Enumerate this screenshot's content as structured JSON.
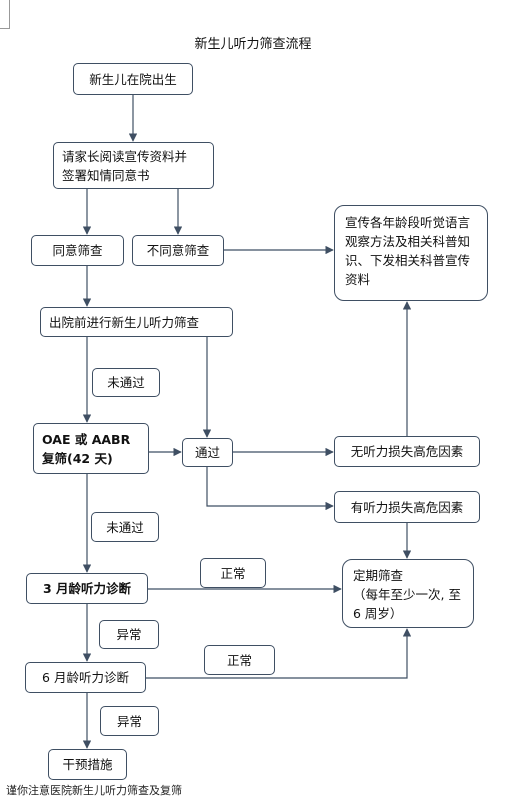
{
  "page": {
    "title": "新生儿听力筛查流程",
    "footer_text": "谨你注意医院新生儿听力筛查及复筛"
  },
  "nodes": {
    "birth": "新生儿在院出生",
    "consent": "请家长阅读宣传资料并\n签署知情同意书",
    "agree": "同意筛查",
    "disagree": "不同意筛查",
    "education": "宣传各年龄段听觉语言观察方法及相关科普知识、下发相关科普宣传资料",
    "pre_discharge": "出院前进行新生儿听力筛查",
    "fail1": "未通过",
    "recheck": "OAE 或 AABR 复筛(42 天)",
    "pass": "通过",
    "no_risk": "无听力损失高危因素",
    "has_risk": "有听力损失高危因素",
    "fail2": "未通过",
    "diag3": "3 月龄听力诊断",
    "normal1": "正常",
    "regular": "定期筛查\n（每年至少一次, 至\n6 周岁）",
    "abnormal1": "异常",
    "diag6": "6 月龄听力诊断",
    "normal2": "正常",
    "abnormal2": "异常",
    "intervention": "干预措施"
  }
}
